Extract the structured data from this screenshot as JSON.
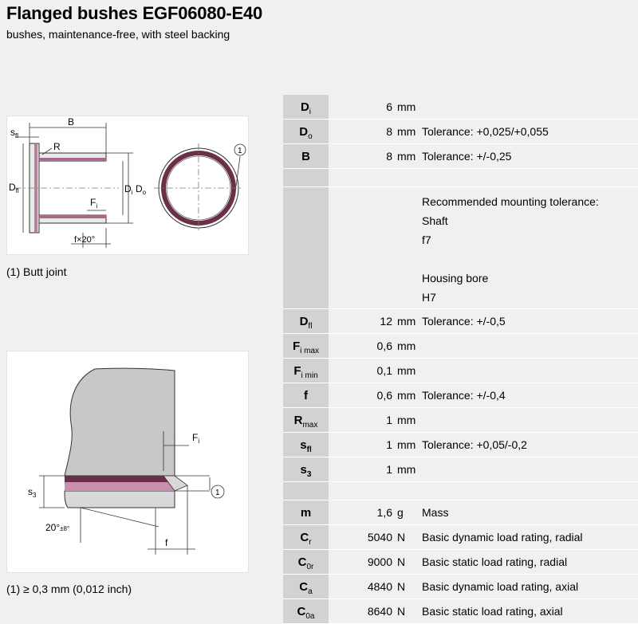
{
  "header": {
    "title": "Flanged bushes EGF06080-E40",
    "subtitle": "bushes, maintenance-free, with steel backing"
  },
  "figure1": {
    "labels": {
      "s": "s",
      "s_sub": "fl",
      "B": "B",
      "R": "R",
      "D": "D",
      "Dfl_sub": "fl",
      "F": "F",
      "Fi_sub": "i",
      "Di_sub": "i",
      "Do_sub": "o",
      "chamfer": "f×20°",
      "marker": "1"
    },
    "caption": "(1) Butt joint"
  },
  "figure2": {
    "labels": {
      "F": "F",
      "Fi_sub": "i",
      "s": "s",
      "s3_sub": "3",
      "angle": "20°",
      "angle_tol": "±8°",
      "f": "f",
      "marker": "1"
    },
    "caption": "(1) ≥ 0,3 mm (0,012 inch)"
  },
  "properties": {
    "group1": [
      {
        "sym": "D",
        "sub": "i",
        "value": "6",
        "unit": "mm",
        "desc": ""
      },
      {
        "sym": "D",
        "sub": "o",
        "value": "8",
        "unit": "mm",
        "desc": "Tolerance: +0,025/+0,055"
      },
      {
        "sym": "B",
        "sub": "",
        "value": "8",
        "unit": "mm",
        "desc": "Tolerance: +/-0,25"
      }
    ],
    "mounting": {
      "line1": "Recommended mounting tolerance:",
      "line2": "Shaft",
      "line3": "f7",
      "line4": "Housing bore",
      "line5": "H7"
    },
    "group2": [
      {
        "sym": "D",
        "sub": "fl",
        "value": "12",
        "unit": "mm",
        "desc": "Tolerance: +/-0,5"
      },
      {
        "sym": "F",
        "sub": "i max",
        "value": "0,6",
        "unit": "mm",
        "desc": ""
      },
      {
        "sym": "F",
        "sub": "i min",
        "value": "0,1",
        "unit": "mm",
        "desc": ""
      },
      {
        "sym": "f",
        "sub": "",
        "value": "0,6",
        "unit": "mm",
        "desc": "Tolerance: +/-0,4"
      },
      {
        "sym": "R",
        "sub": "max",
        "value": "1",
        "unit": "mm",
        "desc": ""
      },
      {
        "sym": "s",
        "sub": "fl",
        "value": "1",
        "unit": "mm",
        "desc": "Tolerance: +0,05/-0,2"
      },
      {
        "sym": "s",
        "sub": "3",
        "value": "1",
        "unit": "mm",
        "desc": ""
      }
    ],
    "group3": [
      {
        "sym": "m",
        "sub": "",
        "value": "1,6",
        "unit": "g",
        "desc": "Mass"
      },
      {
        "sym": "C",
        "sub": "r",
        "value": "5040",
        "unit": "N",
        "desc": "Basic dynamic load rating, radial"
      },
      {
        "sym": "C",
        "sub": "0r",
        "value": "9000",
        "unit": "N",
        "desc": "Basic static load rating, radial"
      },
      {
        "sym": "C",
        "sub": "a",
        "value": "4840",
        "unit": "N",
        "desc": "Basic dynamic load rating, axial"
      },
      {
        "sym": "C",
        "sub": "0a",
        "value": "8640",
        "unit": "N",
        "desc": "Basic static load rating, axial"
      }
    ]
  },
  "colors": {
    "lining": "#6b2f4a",
    "lining_light": "#a86a8a",
    "steel": "#c8c8c8",
    "hatch": "#888888",
    "label_bg": "#d2d2d2"
  }
}
